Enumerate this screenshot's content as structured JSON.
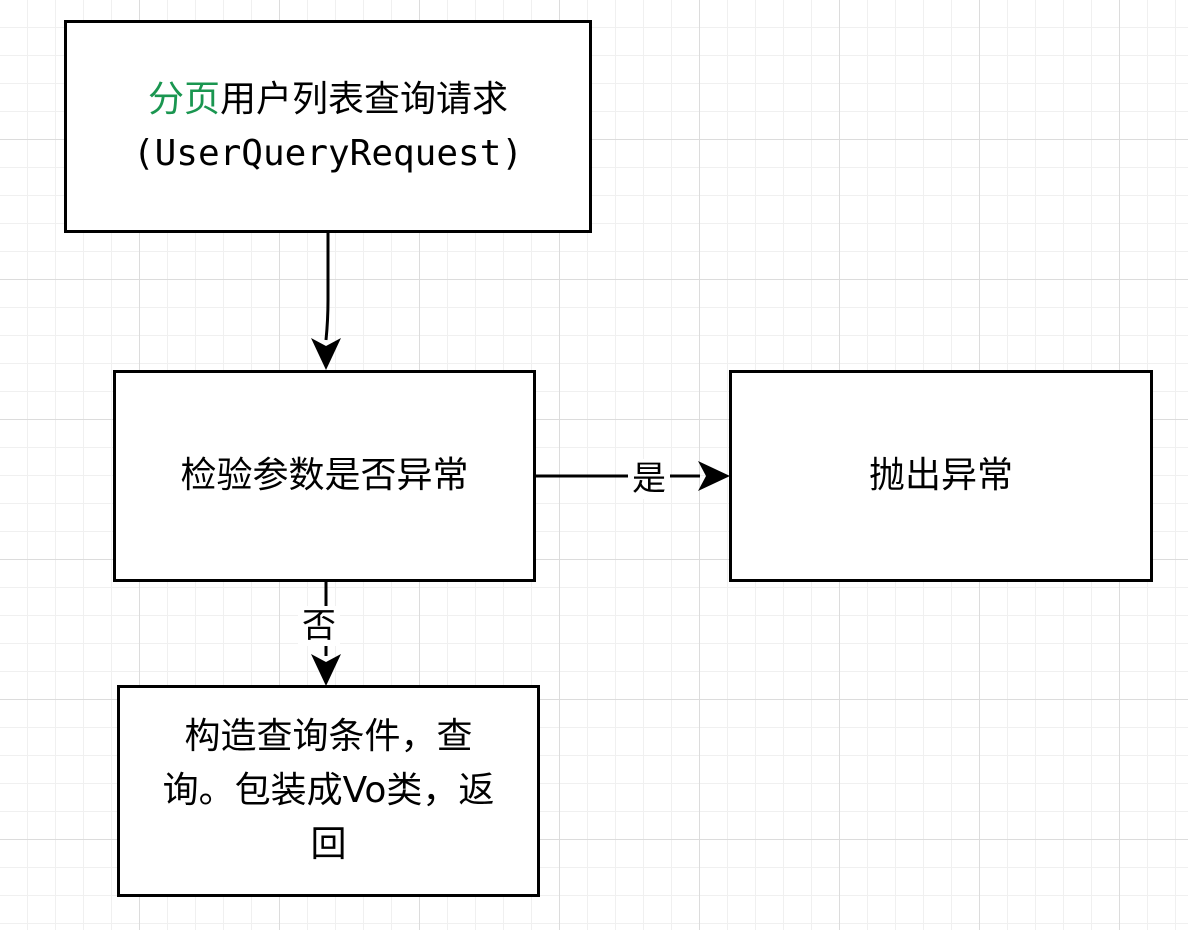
{
  "colors": {
    "highlight": "#1a9650",
    "stroke": "#000000"
  },
  "nodes": {
    "request": {
      "line1_highlight": "分页",
      "line1_rest": "用户列表查询请求",
      "line2": "(UserQueryRequest)"
    },
    "validate": {
      "label": "检验参数是否异常"
    },
    "throw": {
      "label": "抛出异常"
    },
    "build": {
      "line1": "构造查询条件，查",
      "line2": "询。包装成Vo类，返",
      "line3": "回"
    }
  },
  "edges": {
    "yes_label": "是",
    "no_label": "否"
  }
}
